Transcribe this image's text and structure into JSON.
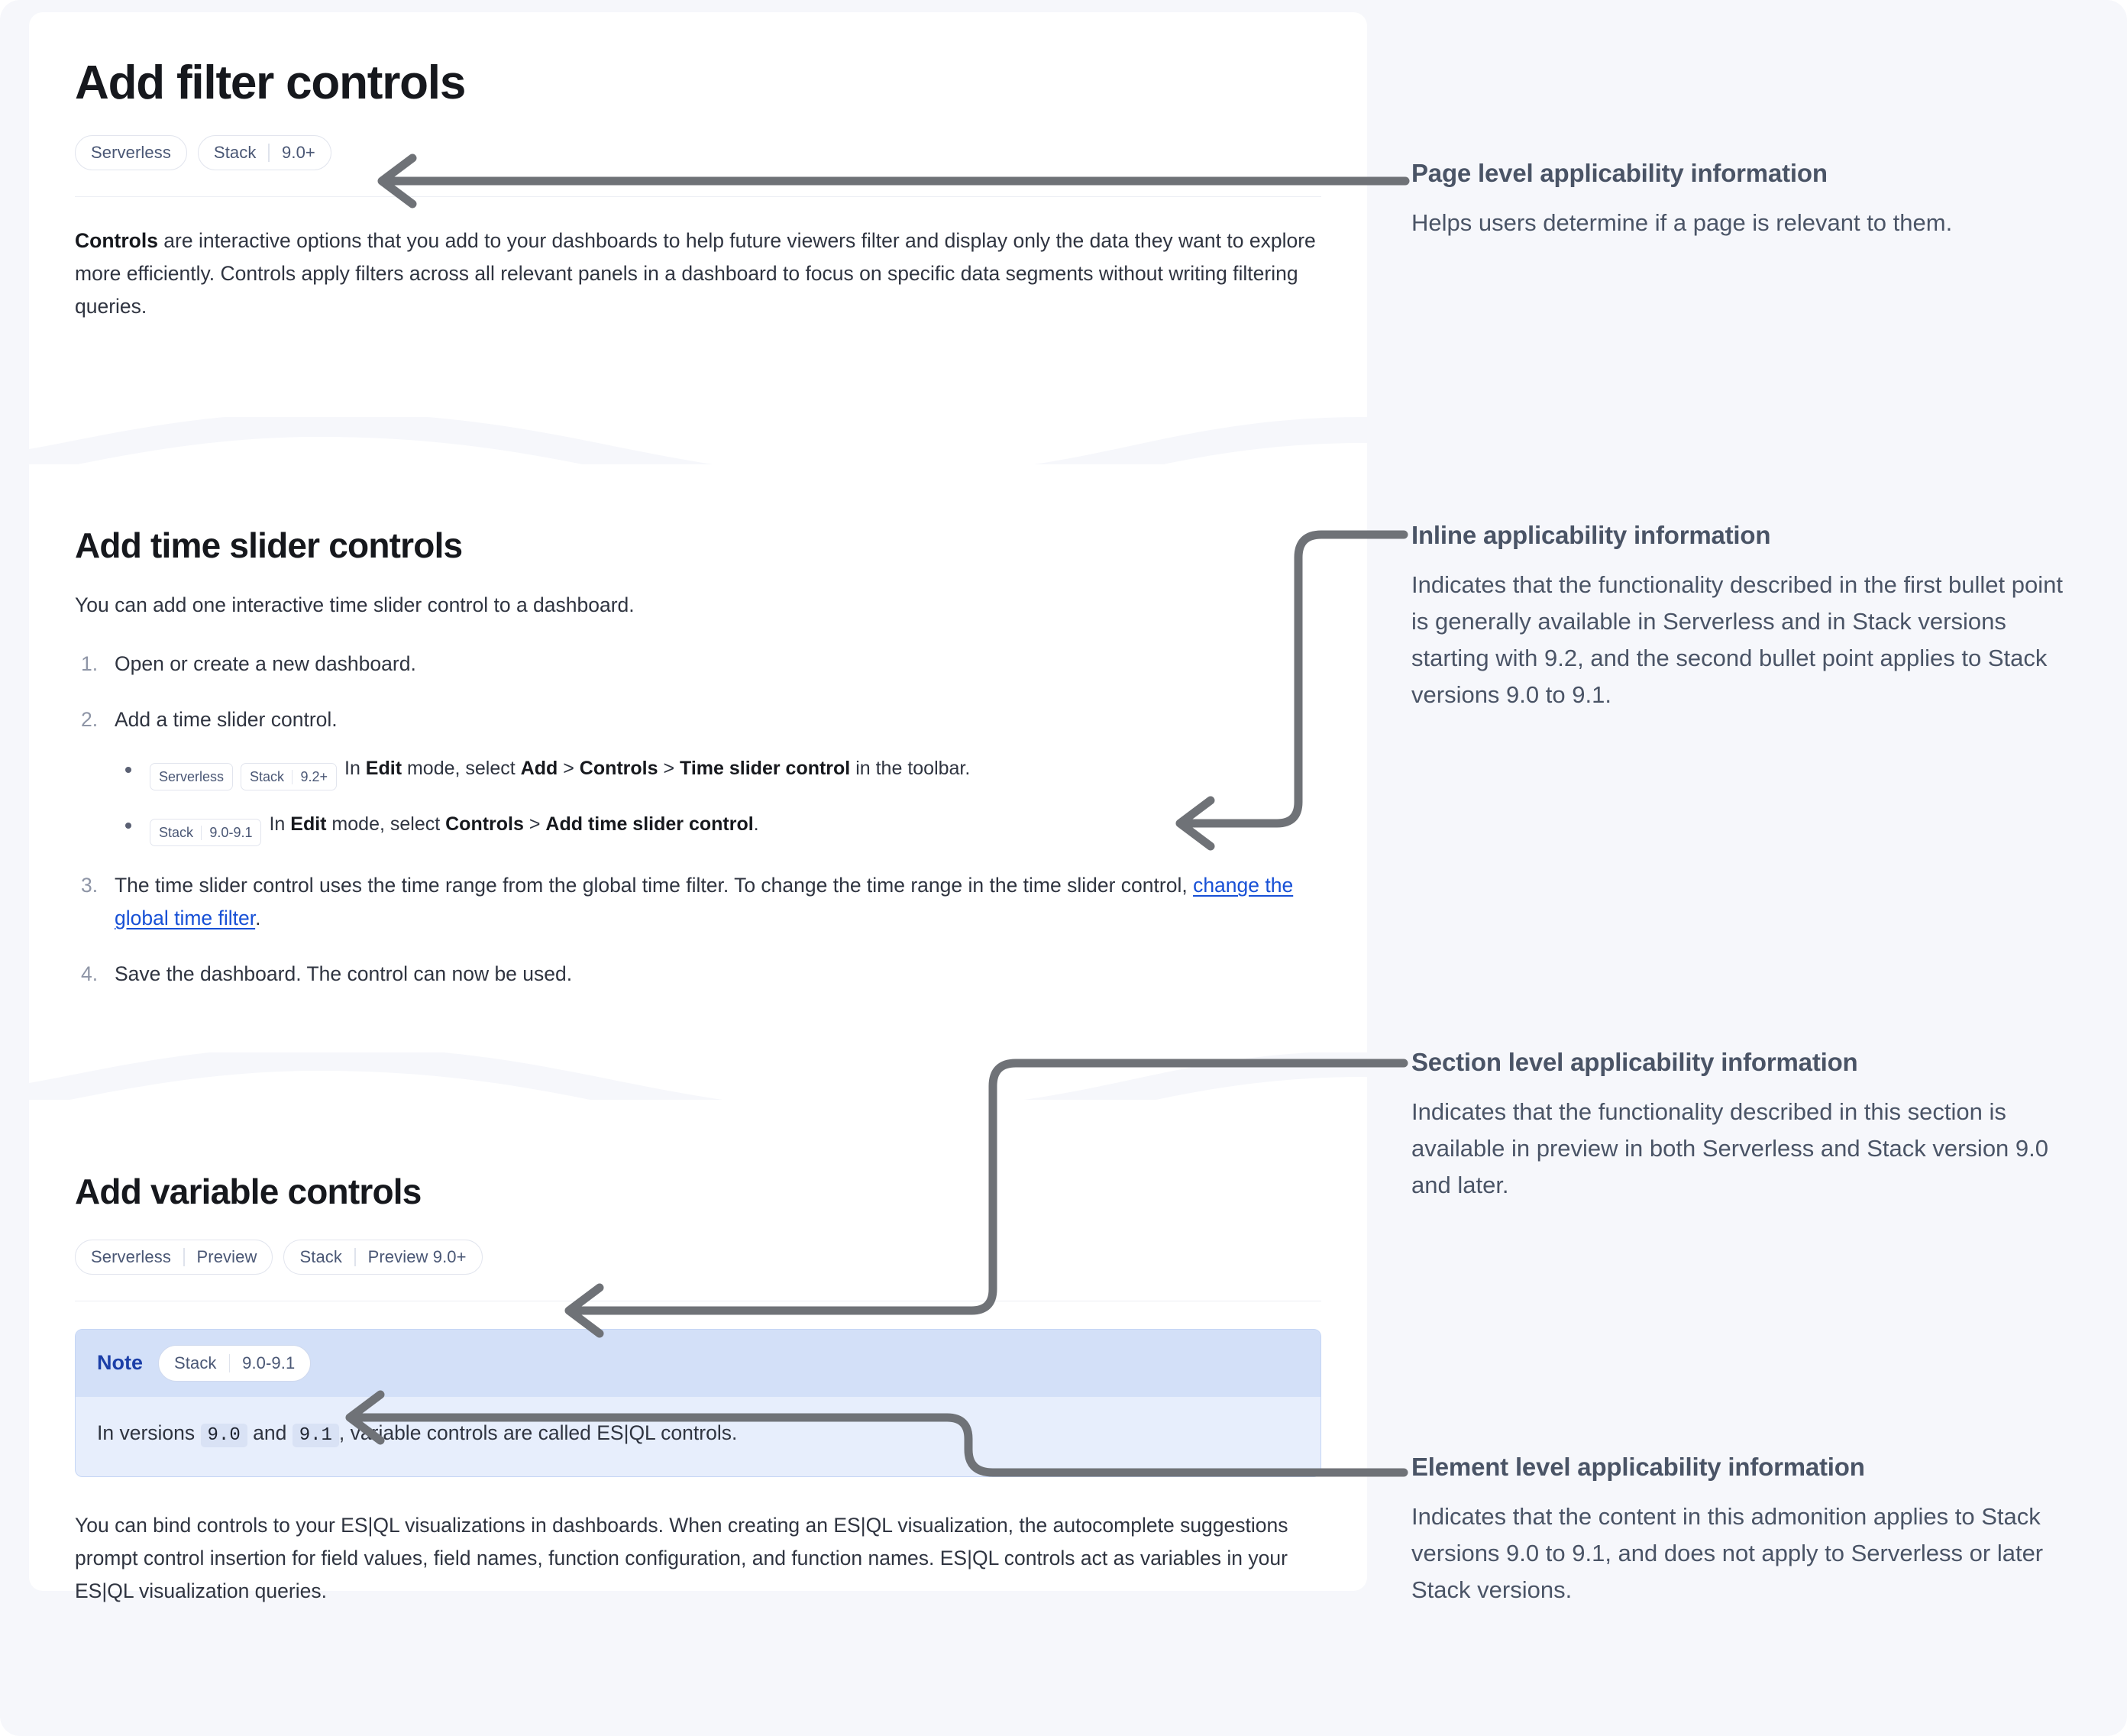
{
  "document": {
    "title": "Add filter controls",
    "page_applicability": [
      {
        "parts": [
          "Serverless"
        ]
      },
      {
        "parts": [
          "Stack",
          "9.0+"
        ]
      }
    ],
    "intro": {
      "lead": "Controls",
      "rest": " are interactive options that you add to your dashboards to help future viewers filter and display only the data they want to explore more efficiently. Controls apply filters across all relevant panels in a dashboard to focus on specific data segments without writing filtering queries."
    },
    "section_time_slider": {
      "heading": "Add time slider controls",
      "intro": "You can add one interactive time slider control to a dashboard.",
      "steps": [
        {
          "text": "Open or create a new dashboard."
        },
        {
          "text": "Add a time slider control.",
          "bullets": [
            {
              "badges": [
                {
                  "parts": [
                    "Serverless"
                  ]
                },
                {
                  "parts": [
                    "Stack",
                    "9.2+"
                  ]
                }
              ],
              "pre": "In ",
              "b1": "Edit",
              "mid1": " mode, select ",
              "b2": "Add",
              "sep1": " > ",
              "b3": "Controls",
              "sep2": " > ",
              "b4": "Time slider control",
              "post": " in the toolbar."
            },
            {
              "badges": [
                {
                  "parts": [
                    "Stack",
                    "9.0-9.1"
                  ]
                }
              ],
              "pre": "In ",
              "b1": "Edit",
              "mid1": " mode, select ",
              "b2": "Controls",
              "sep1": " > ",
              "b3": "Add time slider control",
              "post": "."
            }
          ]
        },
        {
          "text_before_link": "The time slider control uses the time range from the global time filter. To change the time range in the time slider control, ",
          "link": "change the global time filter",
          "text_after_link": "."
        },
        {
          "text": "Save the dashboard. The control can now be used."
        }
      ]
    },
    "section_variable": {
      "heading": "Add variable controls",
      "applicability": [
        {
          "parts": [
            "Serverless",
            "Preview"
          ]
        },
        {
          "parts": [
            "Stack",
            "Preview 9.0+"
          ]
        }
      ],
      "note": {
        "label": "Note",
        "badge": {
          "parts": [
            "Stack",
            "9.0-9.1"
          ]
        },
        "text_1": "In versions ",
        "code_1": "9.0",
        "text_2": " and ",
        "code_2": "9.1",
        "text_3": ", variable controls are called ES|QL controls."
      },
      "paragraph": "You can bind controls to your ES|QL visualizations in dashboards. When creating an ES|QL visualization, the autocomplete suggestions prompt control insertion for field values, field names, function configuration, and function names. ES|QL controls act as variables in your ES|QL visualization queries."
    }
  },
  "annotations": [
    {
      "title": "Page level applicability information",
      "body": "Helps users determine if a page is relevant to them."
    },
    {
      "title": "Inline applicability information",
      "body": "Indicates that the functionality described in the first bullet point is generally available in Serverless and in Stack versions starting with 9.2, and the second bullet point applies to Stack versions 9.0 to 9.1."
    },
    {
      "title": "Section level applicability information",
      "body": "Indicates that the functionality described in this section is available in preview in both Serverless and Stack version 9.0 and later."
    },
    {
      "title": "Element level applicability information",
      "body": "Indicates that the content in this admonition applies to Stack versions 9.0 to 9.1, and does not apply to Serverless or later Stack versions."
    }
  ],
  "colors": {
    "page_background": "#f6f7fb",
    "card_background": "#ffffff",
    "annotation_text": "#4a5466",
    "arrow": "#6f7277",
    "link": "#1750d6",
    "note_header": "#d3e0f8",
    "note_body": "#e7eefc",
    "note_label": "#1c3fa8",
    "pill_text": "#4a5775",
    "pill_border": "#e2e5ee"
  }
}
